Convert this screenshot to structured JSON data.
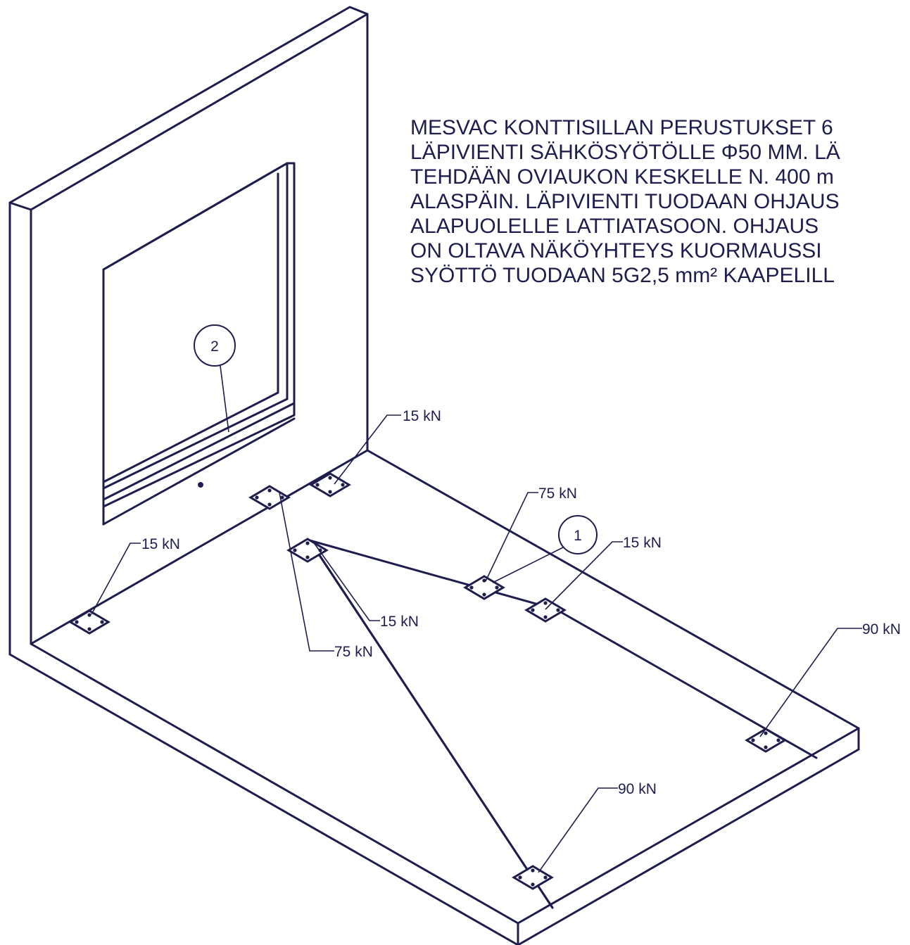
{
  "note": {
    "lines": [
      "MESVAC KONTTISILLAN PERUSTUKSET 6",
      "LÄPIVIENTI SÄHKÖSYÖTÖLLE Φ50 MM. LÄ",
      "TEHDÄÄN OVIAUKON KESKELLE N. 400 m",
      "ALASPÄIN. LÄPIVIENTI TUODAAN OHJAUS",
      "ALAPUOLELLE  LATTIATASOON. OHJAUS",
      "ON OLTAVA NÄKÖYHTEYS KUORMAUSSI",
      "SYÖTTÖ TUODAAN 5G2,5 mm² KAAPELILL"
    ]
  },
  "callouts": {
    "c1": "1",
    "c2": "2"
  },
  "loads": {
    "back_wall_left": "15 kN",
    "back_corner": "15 kN",
    "center_upper": "75 kN",
    "right_inner": "15 kN",
    "left_lower": "75 kN",
    "inner_left": "15 kN",
    "right_far": "90 kN",
    "front": "90 kN"
  },
  "colors": {
    "line": "#1f1d4e",
    "background": "#ffffff"
  }
}
